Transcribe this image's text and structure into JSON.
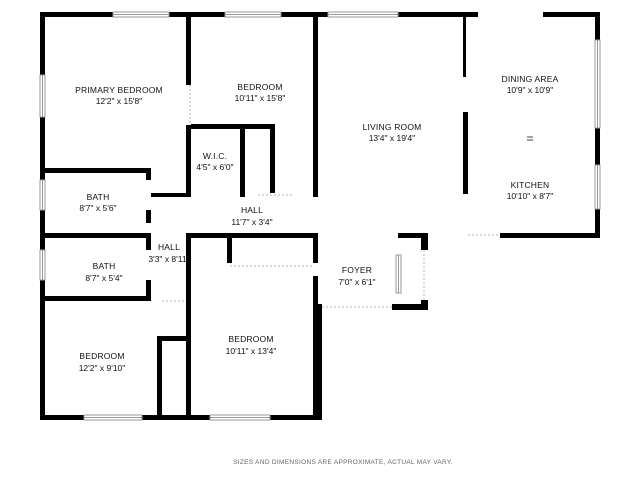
{
  "rooms": {
    "primary_bedroom": {
      "name": "PRIMARY BEDROOM",
      "dims": "12'2\" x 15'8\""
    },
    "bedroom_top": {
      "name": "BEDROOM",
      "dims": "10'11\" x 15'8\""
    },
    "living_room": {
      "name": "LIVING ROOM",
      "dims": "13'4\" x 19'4\""
    },
    "dining_area": {
      "name": "DINING AREA",
      "dims": "10'9\" x 10'9\""
    },
    "wic": {
      "name": "W.I.C.",
      "dims": "4'5\" x 6'0\""
    },
    "kitchen": {
      "name": "KITCHEN",
      "dims": "10'10\" x 8'7\""
    },
    "bath_1": {
      "name": "BATH",
      "dims": "8'7\" x 5'6\""
    },
    "hall_main": {
      "name": "HALL",
      "dims": "11'7\" x 3'4\""
    },
    "hall_small": {
      "name": "HALL",
      "dims": "3'3\" x 8'11\""
    },
    "bath_2": {
      "name": "BATH",
      "dims": "8'7\" x 5'4\""
    },
    "foyer": {
      "name": "FOYER",
      "dims": "7'0\" x 6'1\""
    },
    "bedroom_middle": {
      "name": "BEDROOM",
      "dims": "10'11\" x 13'4\""
    },
    "bedroom_bottom": {
      "name": "BEDROOM",
      "dims": "12'2\" x 9'10\""
    }
  },
  "disclaimer": "SIZES AND DIMENSIONS ARE APPROXIMATE, ACTUAL MAY VARY.",
  "colors": {
    "wall": "#000000",
    "window": "#9a9a9a",
    "background": "#ffffff"
  }
}
